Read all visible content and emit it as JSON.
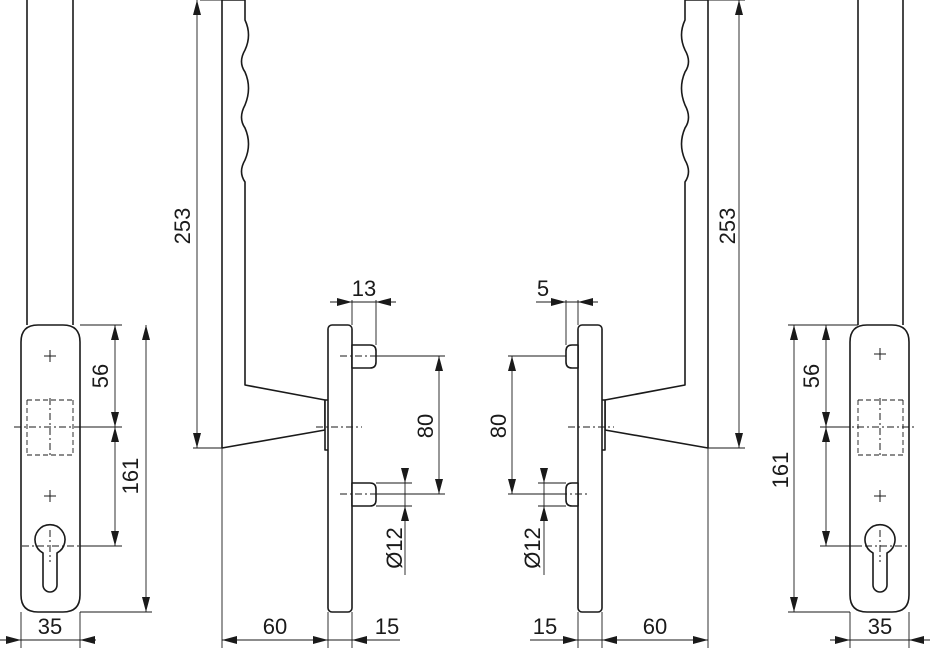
{
  "drawing": {
    "views": [
      "plate-front-left",
      "handle-side-left",
      "handle-side-right",
      "plate-front-right"
    ],
    "dimensions": {
      "plate_width_left": "35",
      "hole_spacing_left": "56",
      "plate_height_left": "161",
      "handle_height_left": "253",
      "pin_length_left": "13",
      "spindle_spacing_left": "80",
      "pin_diameter_left": "Ø12",
      "projection_left": "60",
      "plate_depth_left": "15",
      "pin_length_right": "5",
      "spindle_spacing_right": "80",
      "pin_diameter_right": "Ø12",
      "plate_depth_right": "15",
      "projection_right": "60",
      "handle_height_right": "253",
      "hole_spacing_right": "56",
      "plate_height_right": "161",
      "plate_width_right": "35"
    },
    "colors": {
      "line": "#1a1a1a",
      "background": "#ffffff"
    }
  }
}
